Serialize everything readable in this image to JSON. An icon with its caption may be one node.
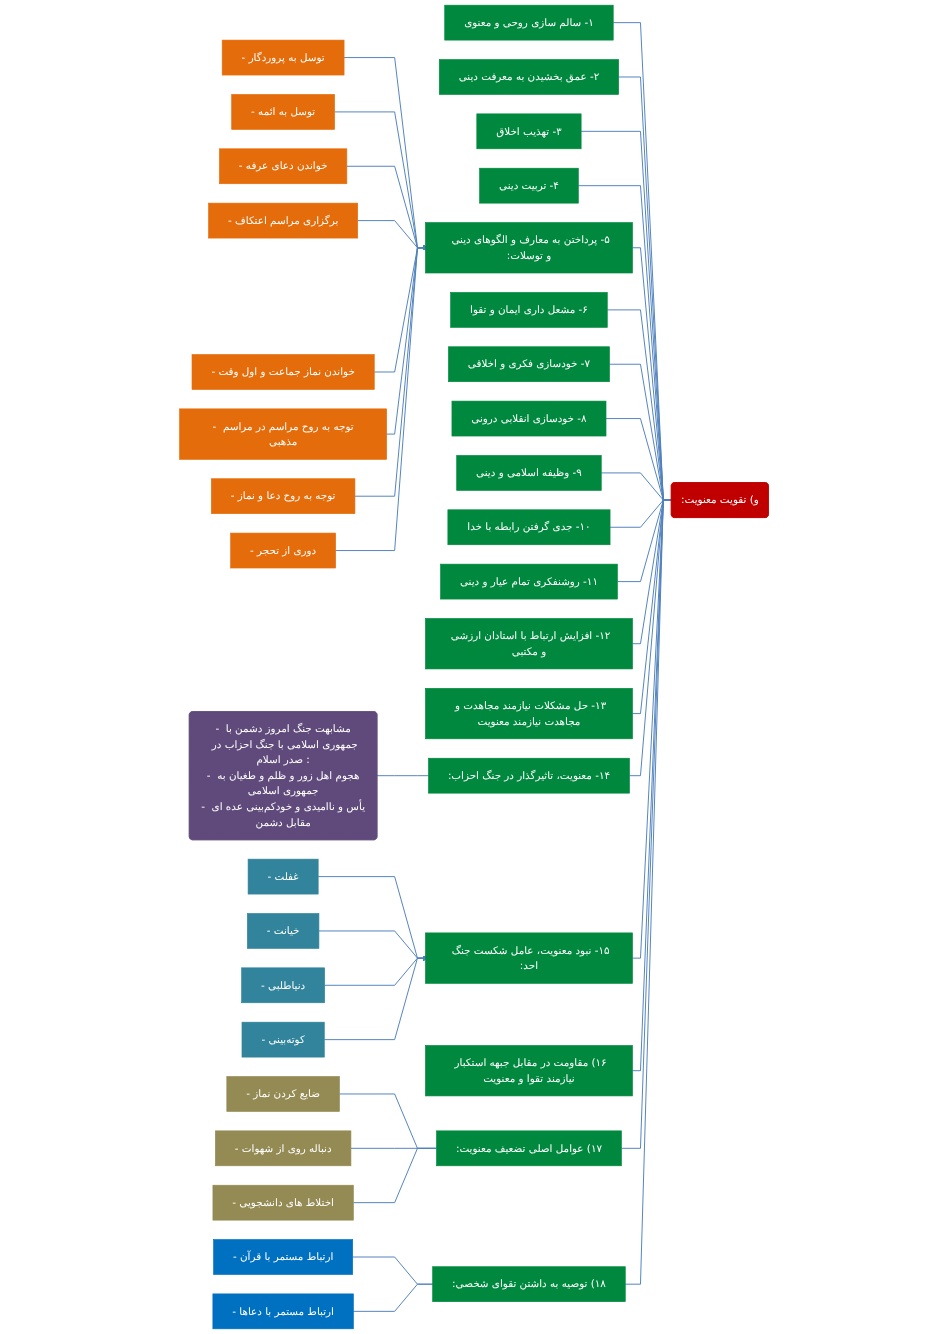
{
  "diagram": {
    "nodes": [
      {
        "text": [
          "و) تقویت معنویت:"
        ]
      },
      {
        "text": [
          "۱- سالم سازی روحی و معنوی"
        ]
      },
      {
        "text": [
          "۲- عمق بخشیدن به معرفت دینی"
        ]
      },
      {
        "text": [
          "۳- تهذیب اخلاق"
        ]
      },
      {
        "text": [
          "۴- تربیت دینی"
        ]
      },
      {
        "text": [
          "۵- پرداختن به معارف و الگوهای دینی و توسلات:"
        ]
      },
      {
        "text": [
          "۶- مشعل داری ایمان و تقوا"
        ]
      },
      {
        "text": [
          "۷- خودسازی فکری و اخلاقی"
        ]
      },
      {
        "text": [
          "۸- خودسازی انقلابی درونی"
        ]
      },
      {
        "text": [
          "۹- وظیفه اسلامی و دینی"
        ]
      },
      {
        "text": [
          "۱۰- جدی گرفتن رابطه با خدا"
        ]
      },
      {
        "text": [
          "۱۱- روشنفکری تمام عیار و دینی"
        ]
      },
      {
        "text": [
          "۱۲- افزایش ارتباط با استادان ارزشی و مکتبی"
        ]
      },
      {
        "text": [
          "۱۳- حل مشکلات نیازمند مجاهدت و مجاهدت نیازمند معنویت"
        ]
      },
      {
        "text": [
          "۱۴- معنویت، تاثیرگذار در جنگ احزاب:"
        ]
      },
      {
        "text": [
          "۱۵- نبود معنویت، عامل شکست جنگ احد:"
        ]
      },
      {
        "text": [
          "۱۶) مقاومت در مقابل جبهه استکبار نیازمند تقوا و معنویت"
        ]
      },
      {
        "text": [
          "۱۷) عوامل اصلی تضعیف معنویت:"
        ]
      },
      {
        "text": [
          "۱۸) توصیه به داشتن تقوای شخصی:"
        ]
      },
      {
        "text": [
          "- توسل به پروردگار"
        ]
      },
      {
        "text": [
          "- توسل به ائمه"
        ]
      },
      {
        "text": [
          "- خواندن دعای عرفه"
        ]
      },
      {
        "text": [
          "- برگزاری مراسم اعتکاف"
        ]
      },
      {
        "text": [
          "- خواندن نماز جماعت و اول وقت"
        ]
      },
      {
        "text": [
          "- توجه به روح مراسم در مراسم مذهبی"
        ]
      },
      {
        "text": [
          "- توجه به روح دعا و نماز"
        ]
      },
      {
        "text": [
          "- دوری از تحجر"
        ]
      },
      {
        "text": [
          "- مشابهت جنگ امروز دشمن با جمهوری اسلامی با جنگ احزاب در صدر اسلام :",
          "- هجوم اهل زور و ظلم و طغیان به جمهوری اسلامی",
          "- یأس و ناامیدی و خودکم‌بینی عده ای مقابل دشمن"
        ]
      },
      {
        "text": [
          "- غفلت"
        ]
      },
      {
        "text": [
          "- خیانت"
        ]
      },
      {
        "text": [
          "- دنیاطلبی"
        ]
      },
      {
        "text": [
          "- کوته‌بینی"
        ]
      },
      {
        "text": [
          "- ضایع کردن نماز"
        ]
      },
      {
        "text": [
          "- دنباله روی از شهوات"
        ]
      },
      {
        "text": [
          "- اختلاط های دانشجویی"
        ]
      },
      {
        "text": [
          "- ارتباط مستمر با قرآن"
        ]
      },
      {
        "text": [
          "- ارتباط مستمر با دعاها"
        ]
      }
    ],
    "edges": [
      {
        "from": 1,
        "to": 0,
        "arrow": "none"
      },
      {
        "from": 2,
        "to": 0,
        "arrow": "none"
      },
      {
        "from": 3,
        "to": 0,
        "arrow": "none"
      },
      {
        "from": 4,
        "to": 0,
        "arrow": "none"
      },
      {
        "from": 5,
        "to": 0,
        "arrow": "none"
      },
      {
        "from": 6,
        "to": 0,
        "arrow": "none"
      },
      {
        "from": 7,
        "to": 0,
        "arrow": "none"
      },
      {
        "from": 8,
        "to": 0,
        "arrow": "none"
      },
      {
        "from": 9,
        "to": 0,
        "arrow": "none"
      },
      {
        "from": 10,
        "to": 0,
        "arrow": "none"
      },
      {
        "from": 11,
        "to": 0,
        "arrow": "none"
      },
      {
        "from": 12,
        "to": 0,
        "arrow": "none"
      },
      {
        "from": 13,
        "to": 0,
        "arrow": "none"
      },
      {
        "from": 14,
        "to": 0,
        "arrow": "none"
      },
      {
        "from": 15,
        "to": 0,
        "arrow": "none"
      },
      {
        "from": 16,
        "to": 0,
        "arrow": "none"
      },
      {
        "from": 17,
        "to": 0,
        "arrow": "none"
      },
      {
        "from": 18,
        "to": 0,
        "arrow": "none"
      },
      {
        "from": 19,
        "to": 5,
        "arrow": "to"
      },
      {
        "from": 20,
        "to": 5,
        "arrow": "to"
      },
      {
        "from": 21,
        "to": 5,
        "arrow": "to"
      },
      {
        "from": 22,
        "to": 5,
        "arrow": "to"
      },
      {
        "from": 23,
        "to": 5,
        "arrow": "to"
      },
      {
        "from": 24,
        "to": 5,
        "arrow": "to"
      },
      {
        "from": 25,
        "to": 5,
        "arrow": "to"
      },
      {
        "from": 26,
        "to": 5,
        "arrow": "to"
      },
      {
        "from": 27,
        "to": 14,
        "arrow": "none"
      },
      {
        "from": 28,
        "to": 15,
        "arrow": "to"
      },
      {
        "from": 29,
        "to": 15,
        "arrow": "to"
      },
      {
        "from": 30,
        "to": 15,
        "arrow": "to"
      },
      {
        "from": 31,
        "to": 15,
        "arrow": "to"
      },
      {
        "from": 32,
        "to": 17,
        "arrow": "none"
      },
      {
        "from": 33,
        "to": 17,
        "arrow": "none"
      },
      {
        "from": 34,
        "to": 17,
        "arrow": "none"
      },
      {
        "from": 35,
        "to": 18,
        "arrow": "none"
      },
      {
        "from": 36,
        "to": 18,
        "arrow": "none"
      }
    ]
  }
}
